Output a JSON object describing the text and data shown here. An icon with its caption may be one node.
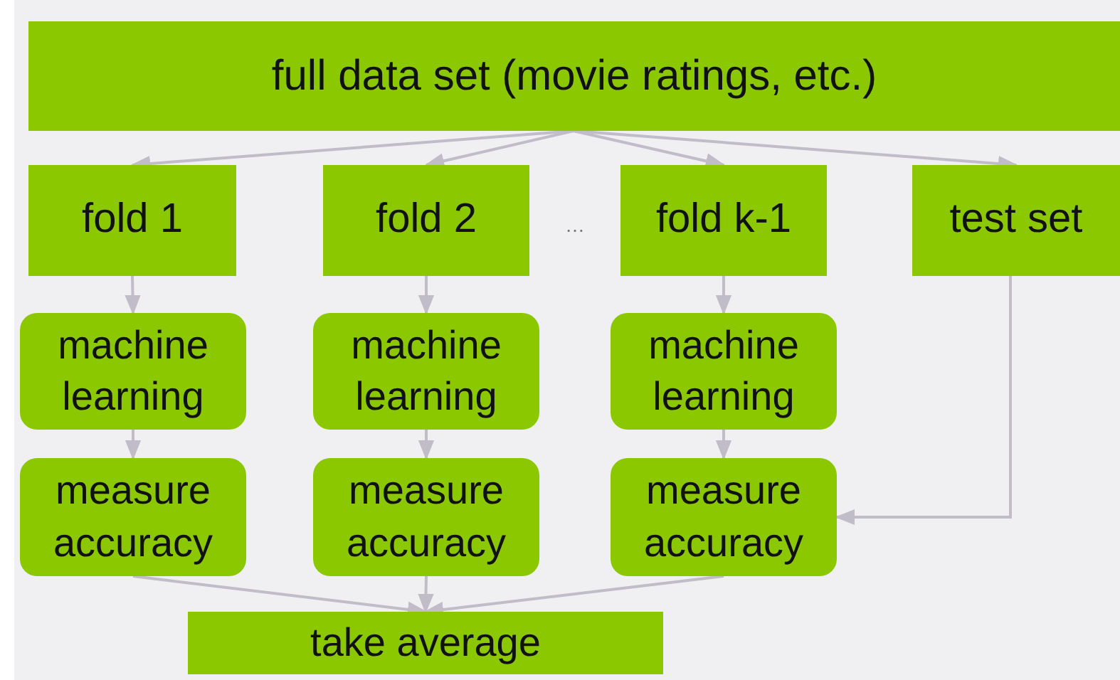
{
  "diagram": {
    "nodes": [
      {
        "text": [
          "full data set (movie ratings, etc.)"
        ]
      },
      {
        "text": [
          "fold 1"
        ]
      },
      {
        "text": [
          "fold 2"
        ]
      },
      {
        "text": [
          "fold k-1"
        ]
      },
      {
        "text": [
          "test set"
        ]
      },
      {
        "text": [
          "machine learning"
        ]
      },
      {
        "text": [
          "machine learning"
        ]
      },
      {
        "text": [
          "machine learning"
        ]
      },
      {
        "text": [
          "measure accuracy"
        ]
      },
      {
        "text": [
          "measure accuracy"
        ]
      },
      {
        "text": [
          "measure accuracy"
        ]
      },
      {
        "text": [
          "take average"
        ]
      }
    ],
    "edges": [
      {
        "from": 0,
        "to": 1,
        "arrow": "to"
      },
      {
        "from": 0,
        "to": 2,
        "arrow": "to"
      },
      {
        "from": 0,
        "to": 3,
        "arrow": "to"
      },
      {
        "from": 0,
        "to": 4,
        "arrow": "to"
      },
      {
        "from": 1,
        "to": 5,
        "arrow": "to"
      },
      {
        "from": 2,
        "to": 6,
        "arrow": "to"
      },
      {
        "from": 3,
        "to": 7,
        "arrow": "to"
      },
      {
        "from": 5,
        "to": 8,
        "arrow": "to"
      },
      {
        "from": 6,
        "to": 9,
        "arrow": "to"
      },
      {
        "from": 7,
        "to": 10,
        "arrow": "to"
      },
      {
        "from": 4,
        "to": 10,
        "arrow": "to"
      },
      {
        "from": 8,
        "to": 11,
        "arrow": "to"
      },
      {
        "from": 9,
        "to": 11,
        "arrow": "to"
      },
      {
        "from": 10,
        "to": 11,
        "arrow": "to"
      }
    ],
    "labels": [
      "…"
    ]
  }
}
